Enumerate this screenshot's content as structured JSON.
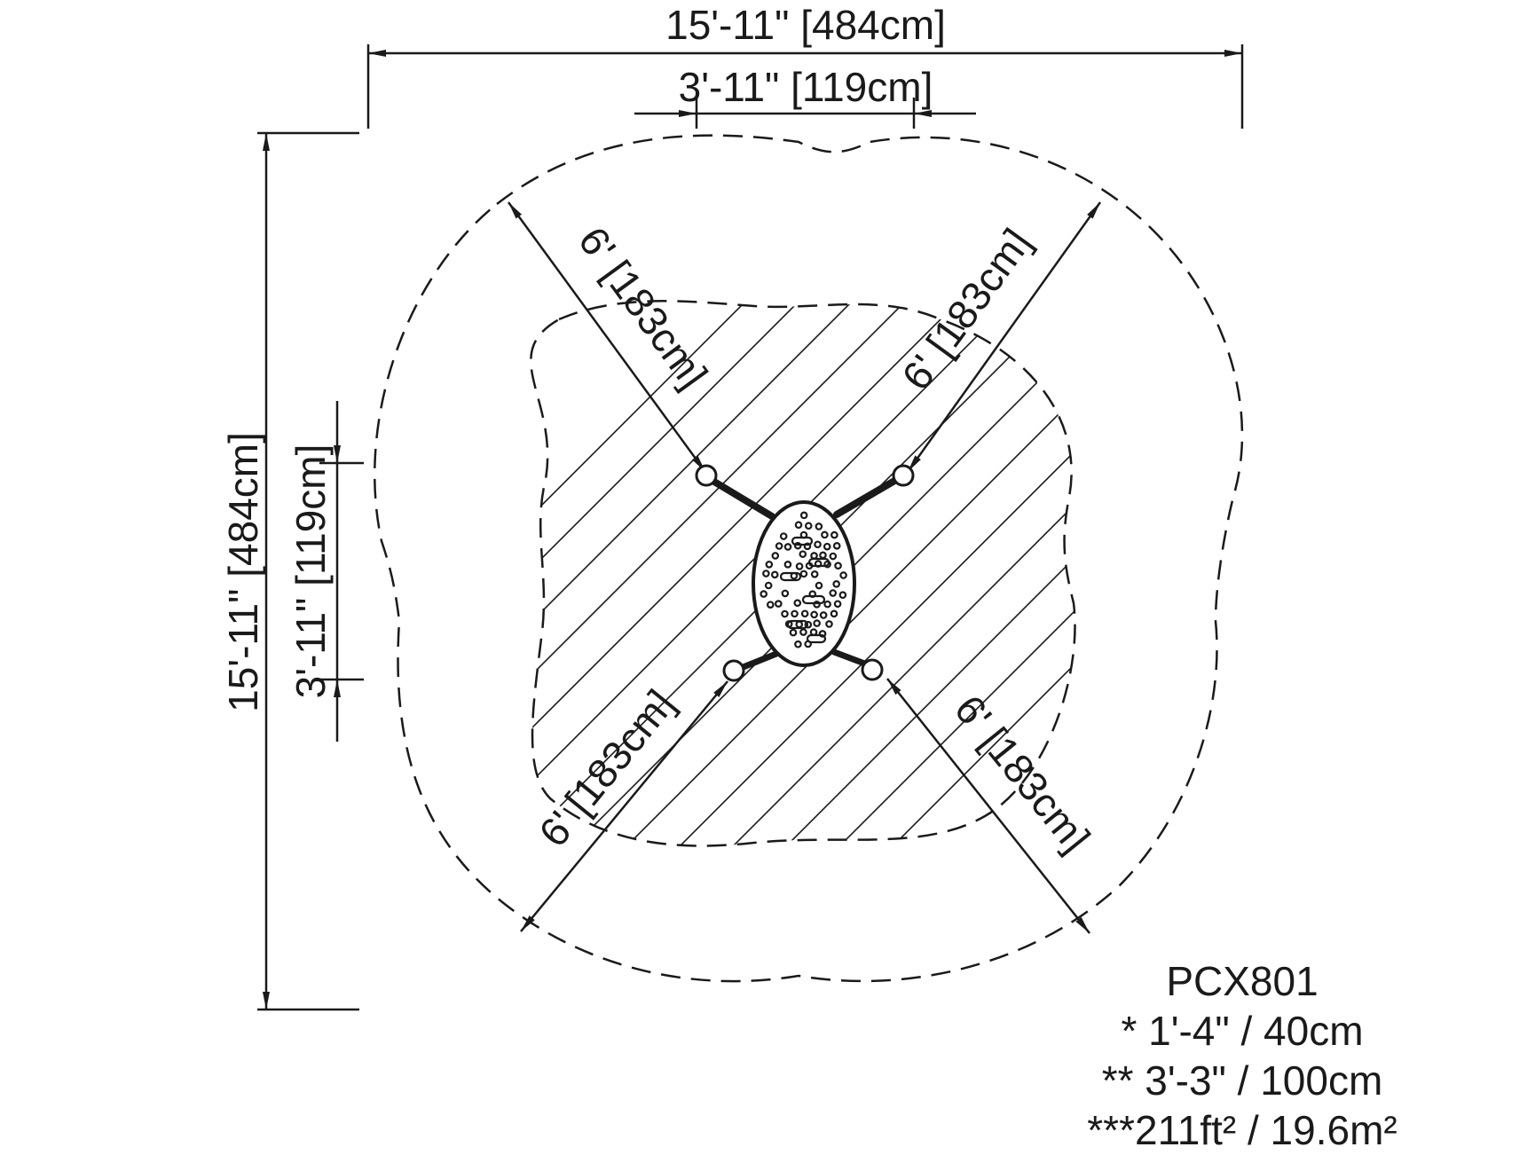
{
  "dimensions": {
    "overall_width": "15'-11\" [484cm]",
    "platform_width": "3'-11\" [119cm]",
    "overall_height": "15'-11\" [484cm]",
    "platform_height": "3'-11\" [119cm]",
    "radius_top_left": "6' [183cm]",
    "radius_top_right": "6' [183cm]",
    "radius_bottom_left": "6' [183cm]",
    "radius_bottom_right": "6' [183cm]"
  },
  "notes": {
    "model": "PCX801",
    "fall_height": "* 1'-4\" / 40cm",
    "free_height": "** 3'-3\" / 100cm",
    "area": "***211ft² / 19.6m²"
  },
  "colors": {
    "line": "#1a1a1a",
    "background": "#ffffff"
  }
}
